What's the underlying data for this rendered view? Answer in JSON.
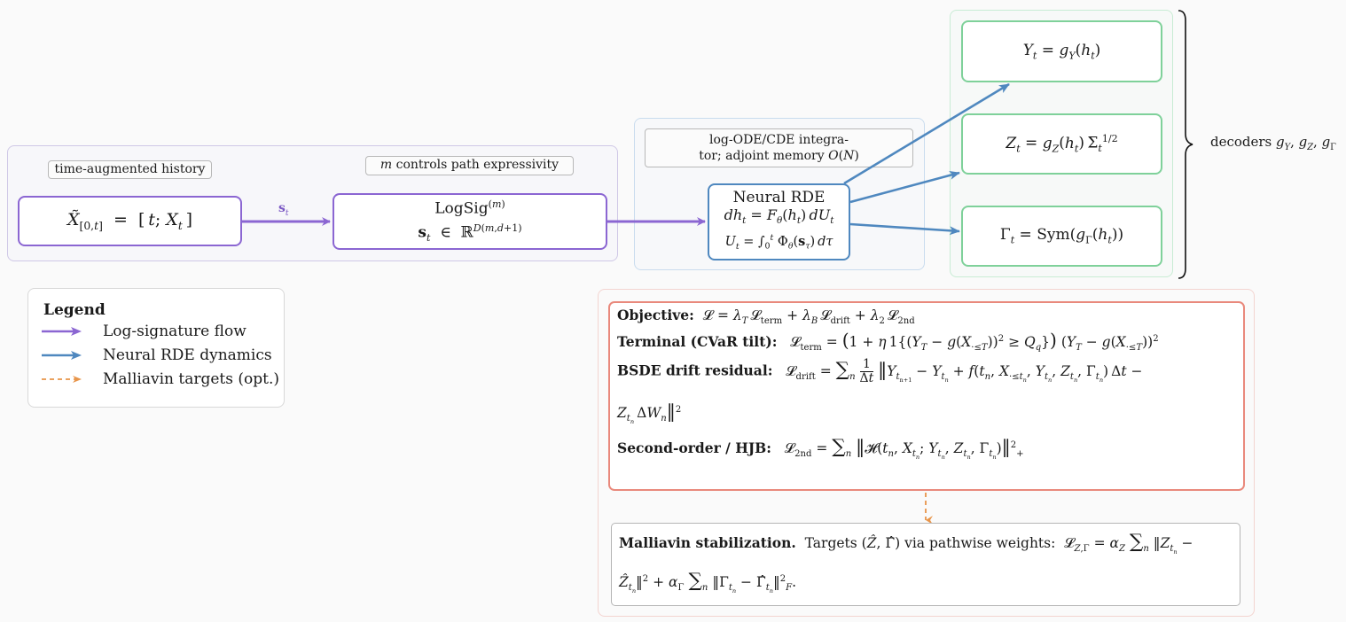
{
  "groups": {
    "history": {
      "tag": "time-augmented history"
    },
    "logsig": {
      "tag": "m controls path expressivity"
    },
    "rde": {
      "tag_line1": "log-ODE/CDE integra-",
      "tag_line2": "tor; adjoint memory O(N)"
    },
    "decoders": {
      "label": "decoders g_Y, g_Z, g_Γ"
    }
  },
  "nodes": {
    "history": {
      "formula": "X̃[0,t] = [t; Xt]"
    },
    "logsig": {
      "title": "LogSig(m)",
      "formula": "st ∈ ℝ^D(m,d+1)"
    },
    "rde": {
      "title": "Neural RDE",
      "eq1": "dht = Fθ(ht) dUt",
      "eq2": "Ut = ∫₀ᵗ Φθ(sτ) dτ"
    },
    "y": {
      "formula": "Yt = gY(ht)"
    },
    "z": {
      "formula": "Zt = gZ(ht) Σt^1/2"
    },
    "gamma": {
      "formula": "Γt = Sym(gΓ(ht))"
    }
  },
  "edges": {
    "history_to_logsig": {
      "label": "st",
      "color": "#8b66d2"
    },
    "logsig_to_rde": {
      "color": "#8b66d2"
    },
    "rde_to_decoders": {
      "color": "#4f88bf"
    },
    "objective_to_malliavin": {
      "color": "#e8954a",
      "style": "dashed"
    }
  },
  "legend": {
    "title": "Legend",
    "items": [
      {
        "label": "Log-signature flow",
        "color": "#8b66d2",
        "style": "solid"
      },
      {
        "label": "Neural RDE dynamics",
        "color": "#4f88bf",
        "style": "solid"
      },
      {
        "label": "Malliavin targets (opt.)",
        "color": "#e8954a",
        "style": "dashed"
      }
    ]
  },
  "objective": {
    "objective_label": "Objective:",
    "terminal_label": "Terminal (CVaR tilt):",
    "bsde_label": "BSDE drift residual:",
    "second_label": "Second-order / HJB:"
  },
  "malliavin": {
    "label": "Malliavin stabilization.",
    "text": "Targets (Ẑ, Γ̂) via pathwise weights:"
  }
}
